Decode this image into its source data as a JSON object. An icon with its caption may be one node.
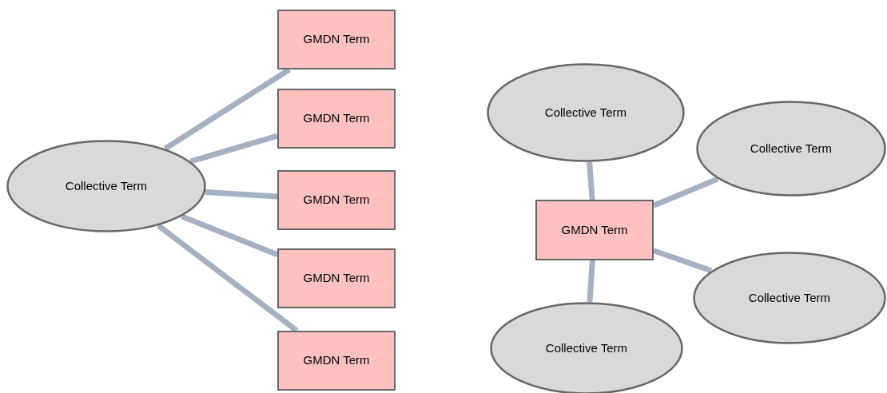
{
  "diagram": {
    "nodes": [
      {
        "text": [
          "Collective Term"
        ]
      },
      {
        "text": [
          "GMDN Term"
        ]
      },
      {
        "text": [
          "GMDN Term"
        ]
      },
      {
        "text": [
          "GMDN Term"
        ]
      },
      {
        "text": [
          "GMDN Term"
        ]
      },
      {
        "text": [
          "GMDN Term"
        ]
      },
      {
        "text": [
          "Collective Term"
        ]
      },
      {
        "text": [
          "Collective Term"
        ]
      },
      {
        "text": [
          "GMDN Term"
        ]
      },
      {
        "text": [
          "Collective Term"
        ]
      },
      {
        "text": [
          "Collective Term"
        ]
      }
    ],
    "edges": [
      {
        "from": 0,
        "to": 1,
        "arrow": "none"
      },
      {
        "from": 0,
        "to": 2,
        "arrow": "none"
      },
      {
        "from": 0,
        "to": 3,
        "arrow": "none"
      },
      {
        "from": 0,
        "to": 4,
        "arrow": "none"
      },
      {
        "from": 0,
        "to": 5,
        "arrow": "none"
      },
      {
        "from": 8,
        "to": 6,
        "arrow": "none"
      },
      {
        "from": 8,
        "to": 7,
        "arrow": "none"
      },
      {
        "from": 8,
        "to": 9,
        "arrow": "none"
      },
      {
        "from": 8,
        "to": 10,
        "arrow": "none"
      }
    ]
  }
}
